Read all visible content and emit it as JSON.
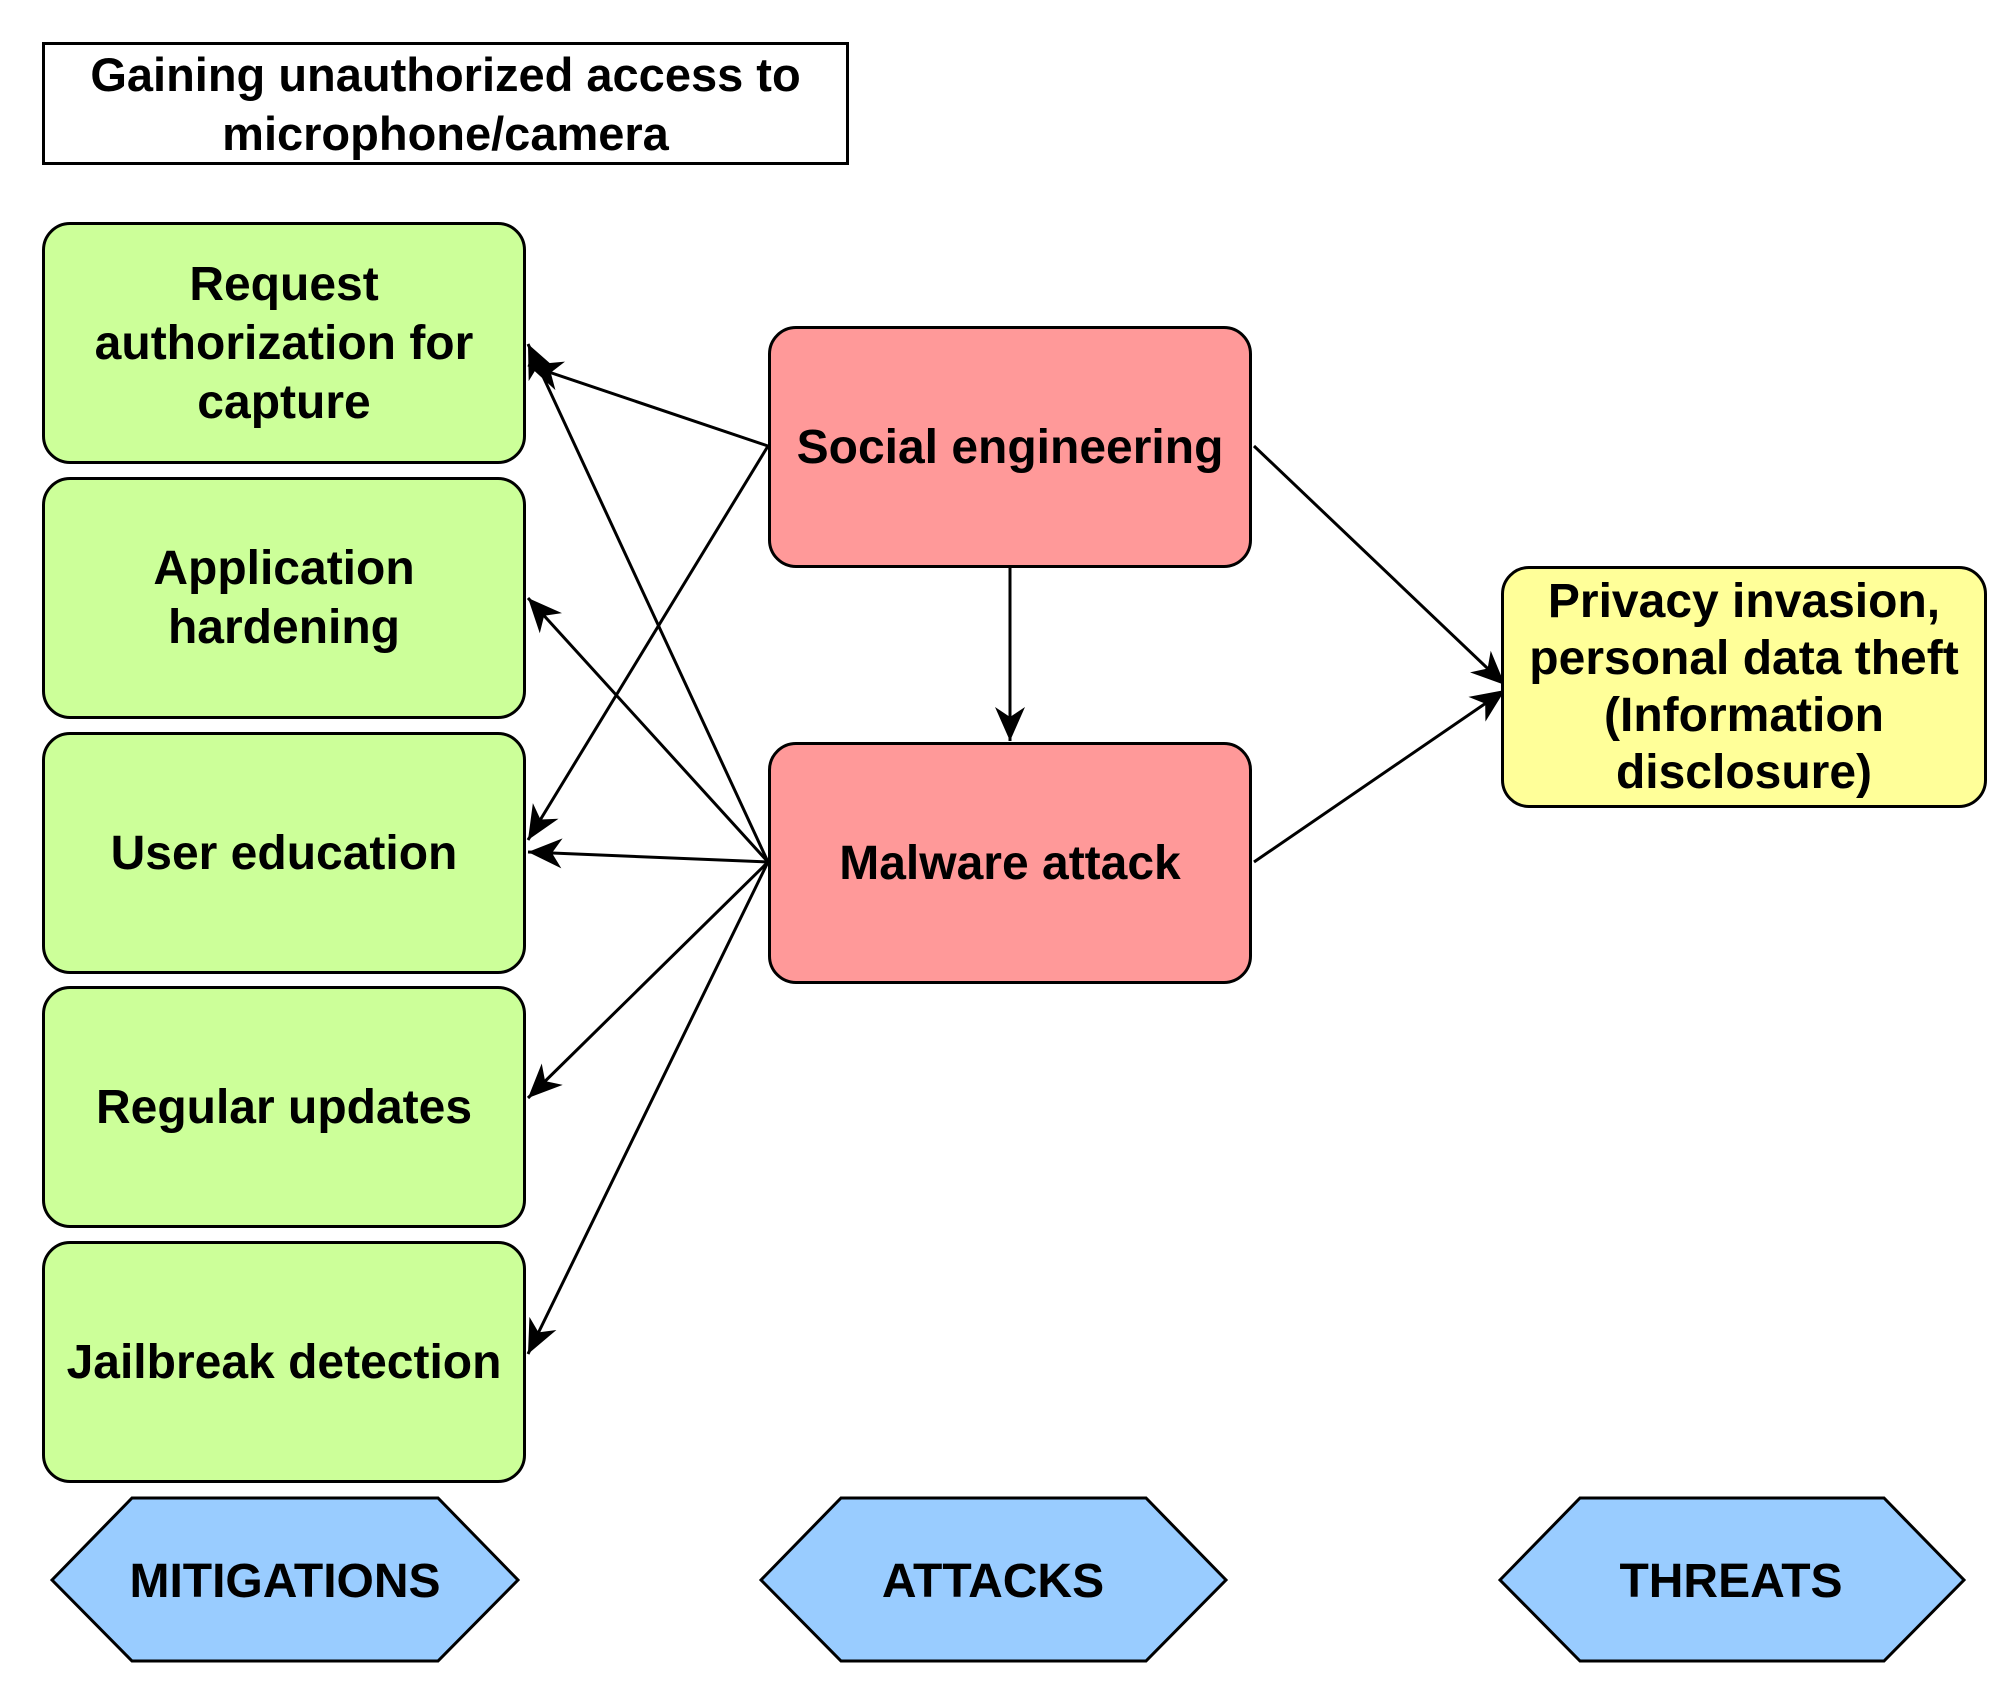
{
  "title": "Gaining unauthorized access to microphone/camera",
  "mitigations": [
    "Request authorization for capture",
    "Application hardening",
    "User education",
    "Regular updates",
    "Jailbreak detection"
  ],
  "attacks": [
    "Social engineering",
    "Malware attack"
  ],
  "threat": "Privacy invasion, personal data theft (Information disclosure)",
  "categories": {
    "mitigations": "MITIGATIONS",
    "attacks": "ATTACKS",
    "threats": "THREATS"
  },
  "colors": {
    "mitigation_fill": "#ccff99",
    "attack_fill": "#ff9999",
    "threat_fill": "#ffff99",
    "category_fill": "#99ccff",
    "stroke": "#000000"
  }
}
